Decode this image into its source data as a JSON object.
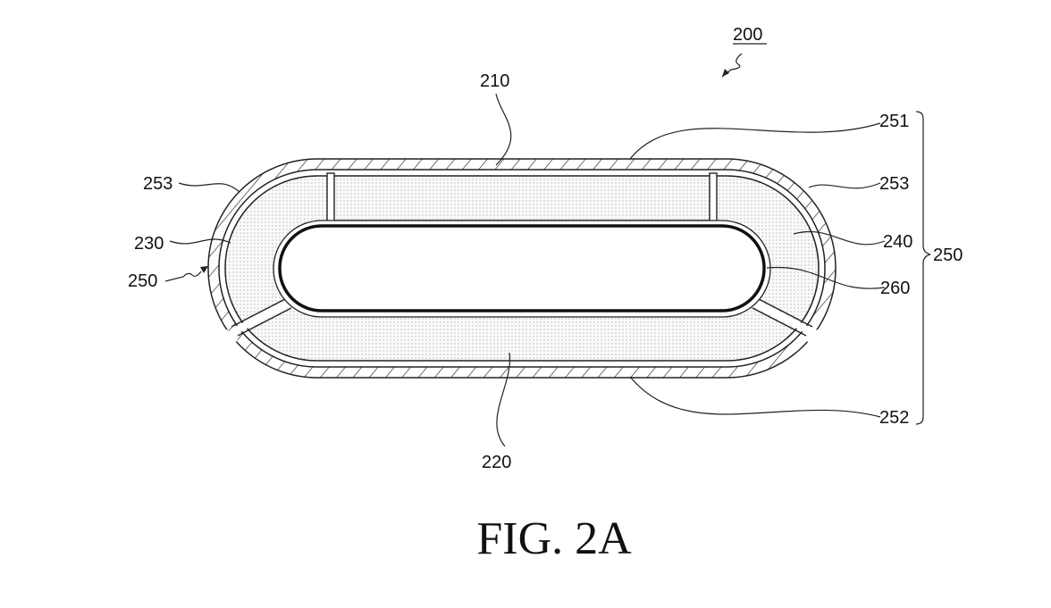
{
  "figure": {
    "caption": "FIG. 2A",
    "labels": {
      "device": "200",
      "top_region": "210",
      "bottom_region": "220",
      "left_region": "230",
      "right_region": "240",
      "outer_layer": "250",
      "outer_layer_left": "250",
      "top_layer": "251",
      "bottom_layer": "252",
      "side_layer_left": "253",
      "side_layer_right": "253",
      "inner_member": "260"
    }
  }
}
